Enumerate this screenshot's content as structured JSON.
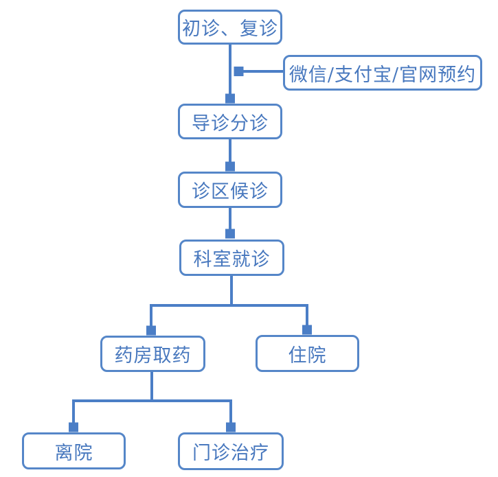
{
  "diagram": {
    "type": "flowchart",
    "colors": {
      "background": "#ffffff",
      "box_border": "#5586C8",
      "box_text": "#4878BE",
      "connector": "#4B7EC6"
    },
    "nodes": [
      {
        "label": "初诊、复诊"
      },
      {
        "label": "微信/支付宝/官网预约"
      },
      {
        "label": "导诊分诊"
      },
      {
        "label": "诊区候诊"
      },
      {
        "label": "科室就诊"
      },
      {
        "label": "药房取药"
      },
      {
        "label": "住院"
      },
      {
        "label": "离院"
      },
      {
        "label": "门诊治疗"
      }
    ],
    "edges": [
      {
        "from": "初诊、复诊",
        "to": "导诊分诊",
        "style": "arrow-down"
      },
      {
        "from": "微信/支付宝/官网预约",
        "to": "初诊、复诊 → 导诊分诊 连线",
        "style": "arrow-left"
      },
      {
        "from": "导诊分诊",
        "to": "诊区候诊",
        "style": "arrow-down"
      },
      {
        "from": "诊区候诊",
        "to": "科室就诊",
        "style": "arrow-down"
      },
      {
        "from": "科室就诊",
        "to": "药房取药",
        "style": "arrow-down"
      },
      {
        "from": "科室就诊",
        "to": "住院",
        "style": "arrow-down"
      },
      {
        "from": "药房取药",
        "to": "离院",
        "style": "arrow-down"
      },
      {
        "from": "药房取药",
        "to": "门诊治疗",
        "style": "arrow-down"
      }
    ]
  }
}
